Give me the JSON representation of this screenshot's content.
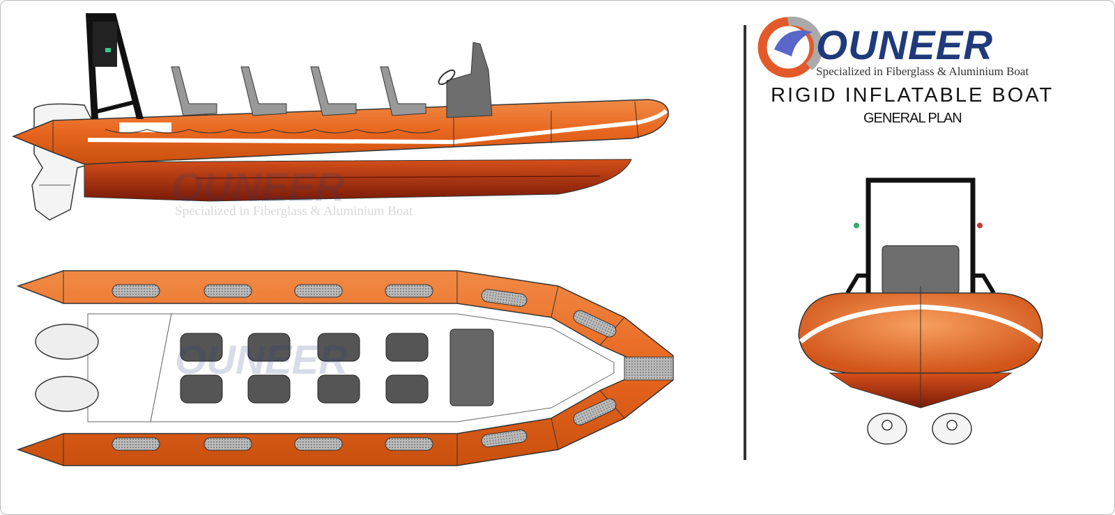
{
  "logo": {
    "brand": "OUNEER",
    "tagline": "Specialized in Fiberglass & Aluminium Boat"
  },
  "title": "RIGID INFLATABLE BOAT",
  "subtitle": "GENERAL PLAN",
  "views": [
    "side-elevation",
    "plan-view",
    "front-elevation"
  ],
  "colors": {
    "tube": "#e8661f",
    "hull": "#a8300f",
    "brand_blue": "#1f3a7a",
    "console": "#6e6e6e"
  }
}
